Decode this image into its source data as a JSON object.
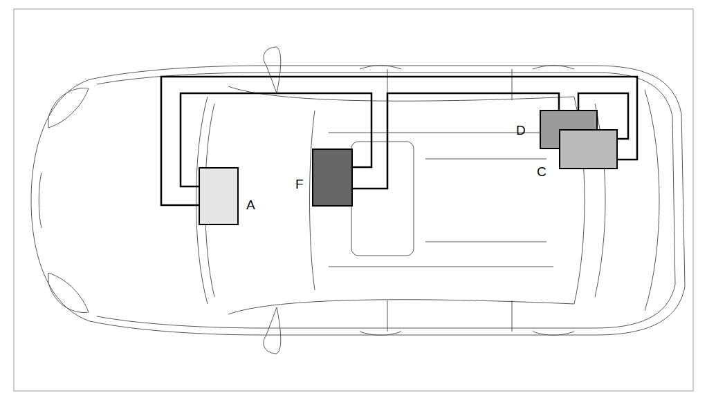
{
  "diagram": {
    "nodes": [
      {
        "text": [
          "A"
        ]
      },
      {
        "text": [
          "F"
        ]
      },
      {
        "text": [
          "D"
        ]
      },
      {
        "text": [
          "C"
        ]
      }
    ],
    "edges": [
      {
        "from": 0,
        "to": 1,
        "arrow": "none"
      },
      {
        "from": 1,
        "to": 2,
        "arrow": "none"
      },
      {
        "from": 2,
        "to": 3,
        "arrow": "none"
      },
      {
        "from": 0,
        "to": 3,
        "arrow": "none"
      }
    ]
  }
}
